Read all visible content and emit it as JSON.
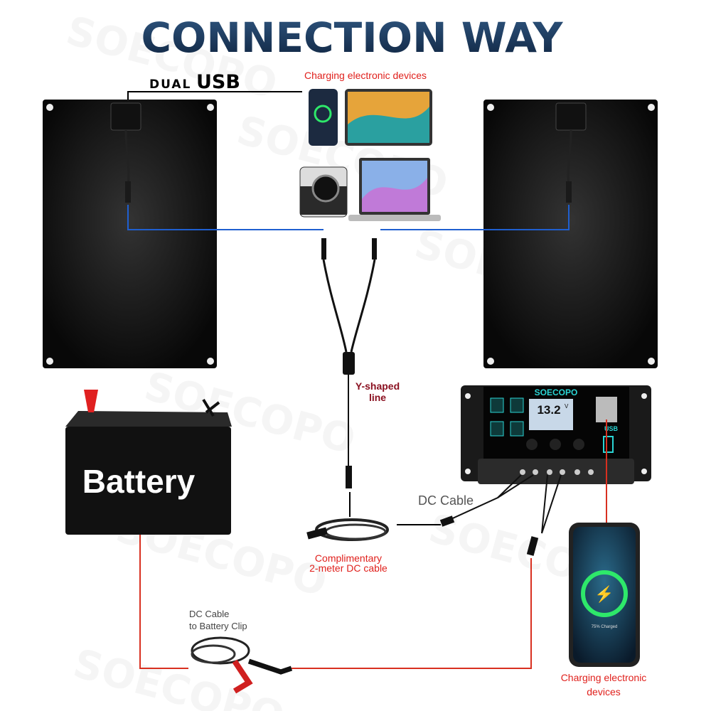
{
  "title": "CONNECTION WAY",
  "dual_usb": {
    "small": "DUAL",
    "big": "USB"
  },
  "devices_label": "Charging electronic devices",
  "y_cable_label": [
    "Y-shaped",
    "line"
  ],
  "dc_cable_label": "DC Cable",
  "complimentary_label": [
    "Complimentary",
    "2-meter DC cable"
  ],
  "battery_label": "Battery",
  "battery_clip_label": [
    "DC Cable",
    "to Battery Clip"
  ],
  "phone_label": [
    "Charging electronic",
    "devices"
  ],
  "controller": {
    "brand": "SOECOPO",
    "voltage": "13.2",
    "unit": "V",
    "usb": "USB"
  },
  "phone_screen": "75% Charged",
  "watermark": "SOECOPO",
  "colors": {
    "title": "#1d3a5c",
    "accent_red": "#e0201c",
    "line_blue": "#1f5fd0",
    "screen_cyan": "#2ad4d4"
  }
}
